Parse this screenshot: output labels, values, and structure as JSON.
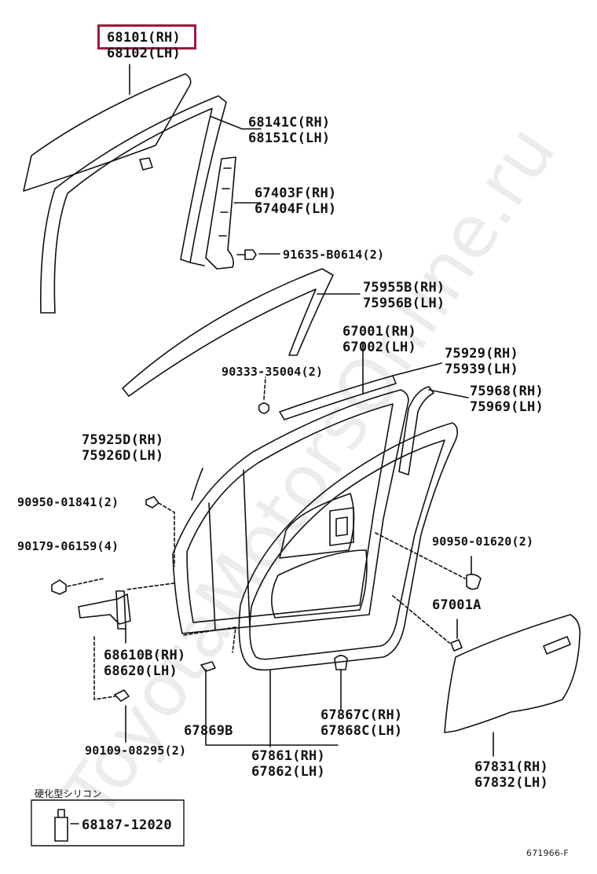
{
  "watermark": "ToyotaMotorsOnline.ru",
  "highlight_color": "#9b1b3a",
  "labels": {
    "p68101": "68101(RH)",
    "p68102": "68102(LH)",
    "p68141c": "68141C(RH)",
    "p68151c": "68151C(LH)",
    "p67403f": "67403F(RH)",
    "p67404f": "67404F(LH)",
    "p91635": "91635-B0614(2)",
    "p75955b": "75955B(RH)",
    "p75956b": "75956B(LH)",
    "p67001": "67001(RH)",
    "p67002": "67002(LH)",
    "p75929": "75929(RH)",
    "p75939": "75939(LH)",
    "p90333": "90333-35004(2)",
    "p75968": "75968(RH)",
    "p75969": "75969(LH)",
    "p75925d": "75925D(RH)",
    "p75926d": "75926D(LH)",
    "p90950a": "90950-01841(2)",
    "p90179": "90179-06159(4)",
    "p90950b": "90950-01620(2)",
    "p67001a": "67001A",
    "p68610b": "68610B(RH)",
    "p68620": "68620(LH)",
    "p67867c": "67867C(RH)",
    "p67868c": "67868C(LH)",
    "p67869b": "67869B",
    "p90109": "90109-08295(2)",
    "p67861": "67861(RH)",
    "p67862": "67862(LH)",
    "p67831": "67831(RH)",
    "p67832": "67832(LH)",
    "sealant_note": "硬化型シリコン",
    "p68187": "68187-12020",
    "diagram_code": "671966-F"
  }
}
